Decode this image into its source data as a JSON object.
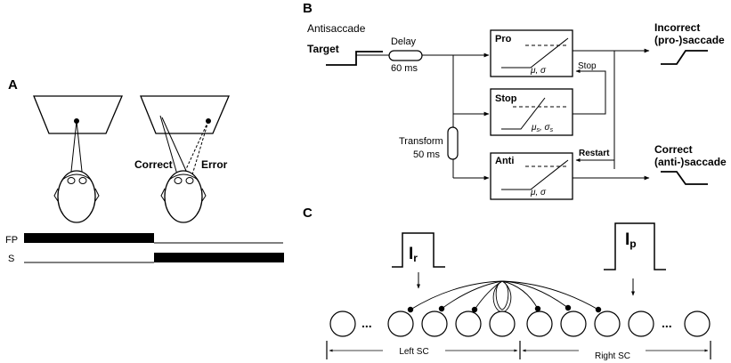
{
  "panels": {
    "a": "A",
    "b": "B",
    "c": "C"
  },
  "panel_a": {
    "correct_label": "Correct",
    "error_label": "Error",
    "fp_label": "FP",
    "s_label": "S"
  },
  "panel_b": {
    "title": "Antisaccade",
    "target_label": "Target",
    "delay_label": "Delay",
    "delay_value": "60 ms",
    "transform_label": "Transform",
    "transform_value": "50 ms",
    "pro_label": "Pro",
    "pro_params": "μ, σ",
    "stop_label": "Stop",
    "stop_params_mu": "μ",
    "stop_params_mu_sub": "s",
    "stop_params_sigma": ", σ",
    "stop_params_sigma_sub": "s",
    "anti_label": "Anti",
    "anti_params": "μ, σ",
    "stop_arrow_label": "Stop",
    "restart_label": "Restart",
    "incorrect_line1": "Incorrect",
    "incorrect_line2": "(pro-)saccade",
    "correct_line1": "Correct",
    "correct_line2": "(anti-)saccade"
  },
  "panel_c": {
    "ir_main": "I",
    "ir_sub": "r",
    "ip_main": "I",
    "ip_sub": "p",
    "ellipsis": "...",
    "left_sc": "Left SC",
    "right_sc": "Right SC"
  }
}
